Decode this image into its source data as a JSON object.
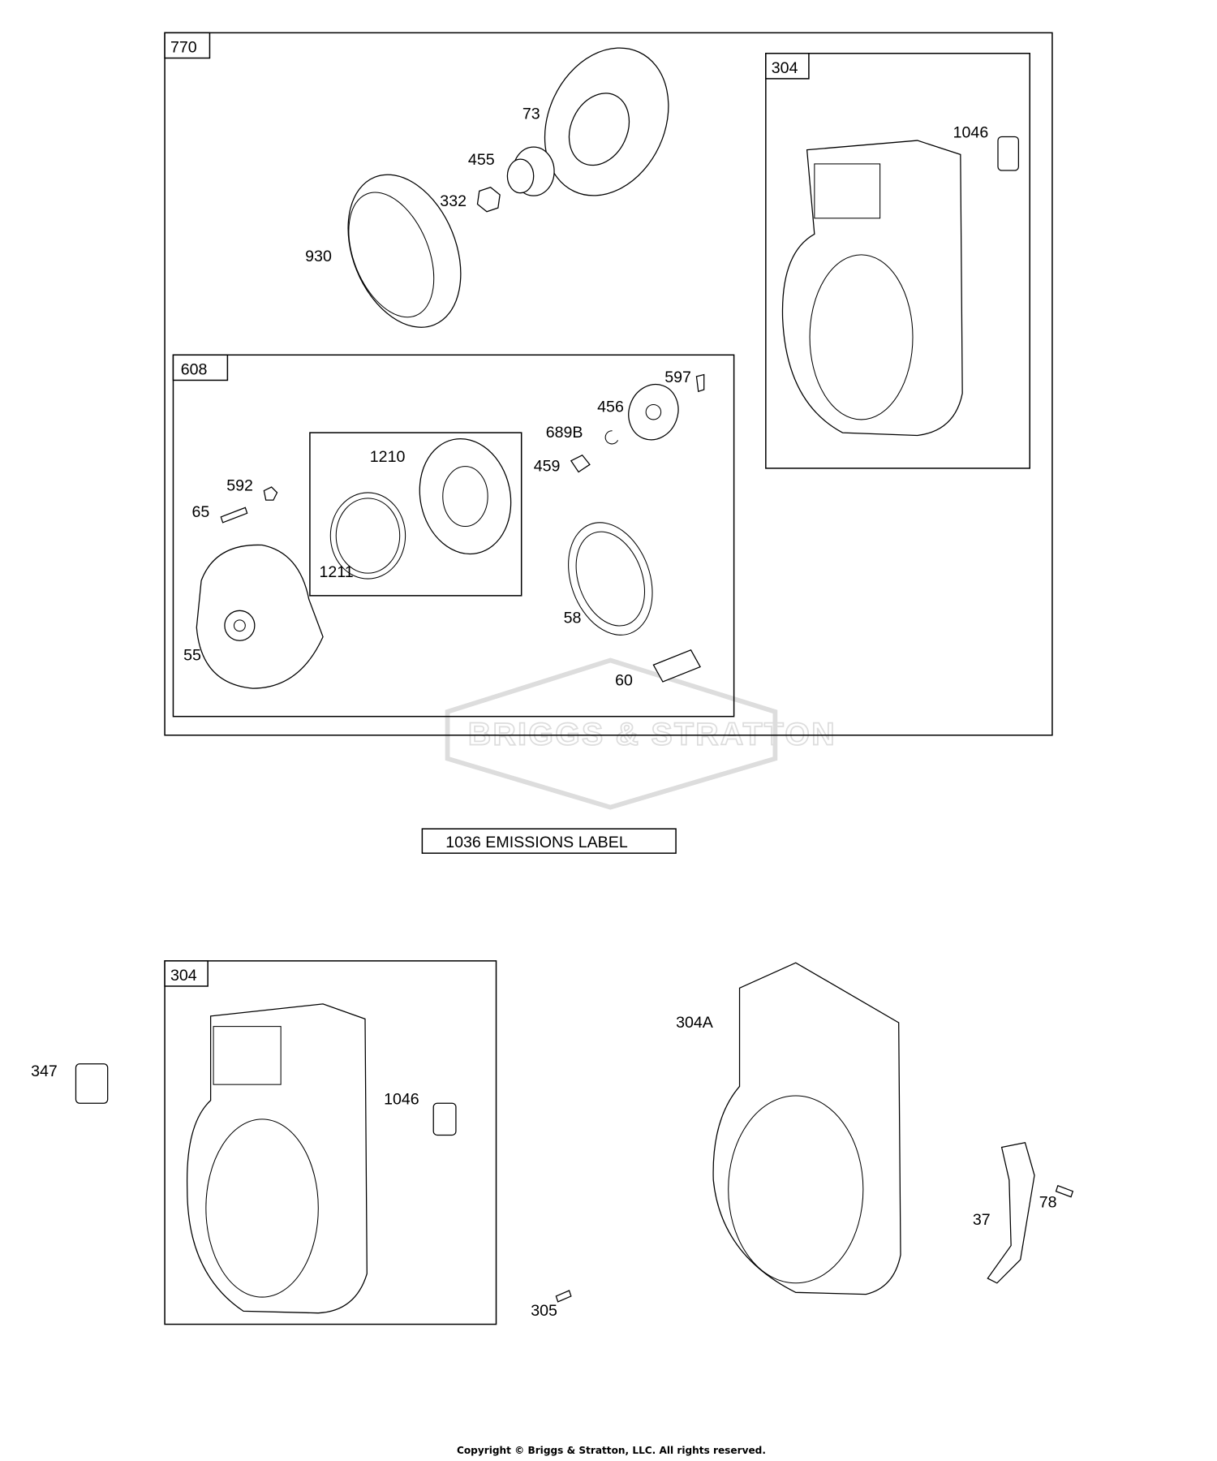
{
  "title": "Blower Housing / Rewind Starter Parts Diagram",
  "groups": {
    "g770": "770",
    "g304_top": "304",
    "g608": "608",
    "g304_bottom": "304"
  },
  "emissions_label": "1036 EMISSIONS LABEL",
  "parts": {
    "p73": "73",
    "p455": "455",
    "p332": "332",
    "p930": "930",
    "p1046a": "1046",
    "p597": "597",
    "p456": "456",
    "p689b": "689B",
    "p459": "459",
    "p1210": "1210",
    "p592": "592",
    "p65": "65",
    "p1211": "1211",
    "p58": "58",
    "p55": "55",
    "p60": "60",
    "p347": "347",
    "p1046b": "1046",
    "p304a": "304A",
    "p37": "37",
    "p78": "78",
    "p305": "305"
  },
  "watermark": "BRIGGS & STRATTON",
  "copyright": "Copyright © Briggs & Stratton, LLC. All rights reserved."
}
